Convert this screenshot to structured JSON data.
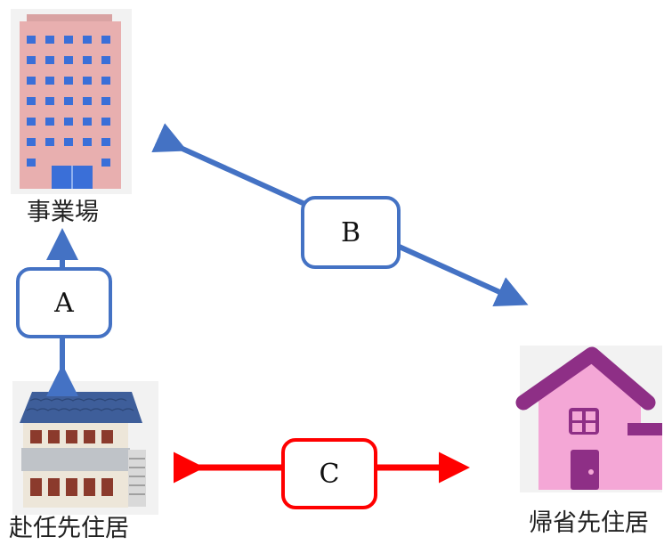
{
  "places": {
    "office": {
      "label": "事業場",
      "icon": "office-building-icon"
    },
    "posting_home": {
      "label": "赴任先住居",
      "icon": "apartment-building-icon"
    },
    "family_home": {
      "label": "帰省先住居",
      "icon": "house-icon"
    }
  },
  "routes": {
    "a": {
      "label": "A",
      "color": "#4472C4"
    },
    "b": {
      "label": "B",
      "color": "#4472C4"
    },
    "c": {
      "label": "C",
      "color": "#FF0000"
    }
  }
}
